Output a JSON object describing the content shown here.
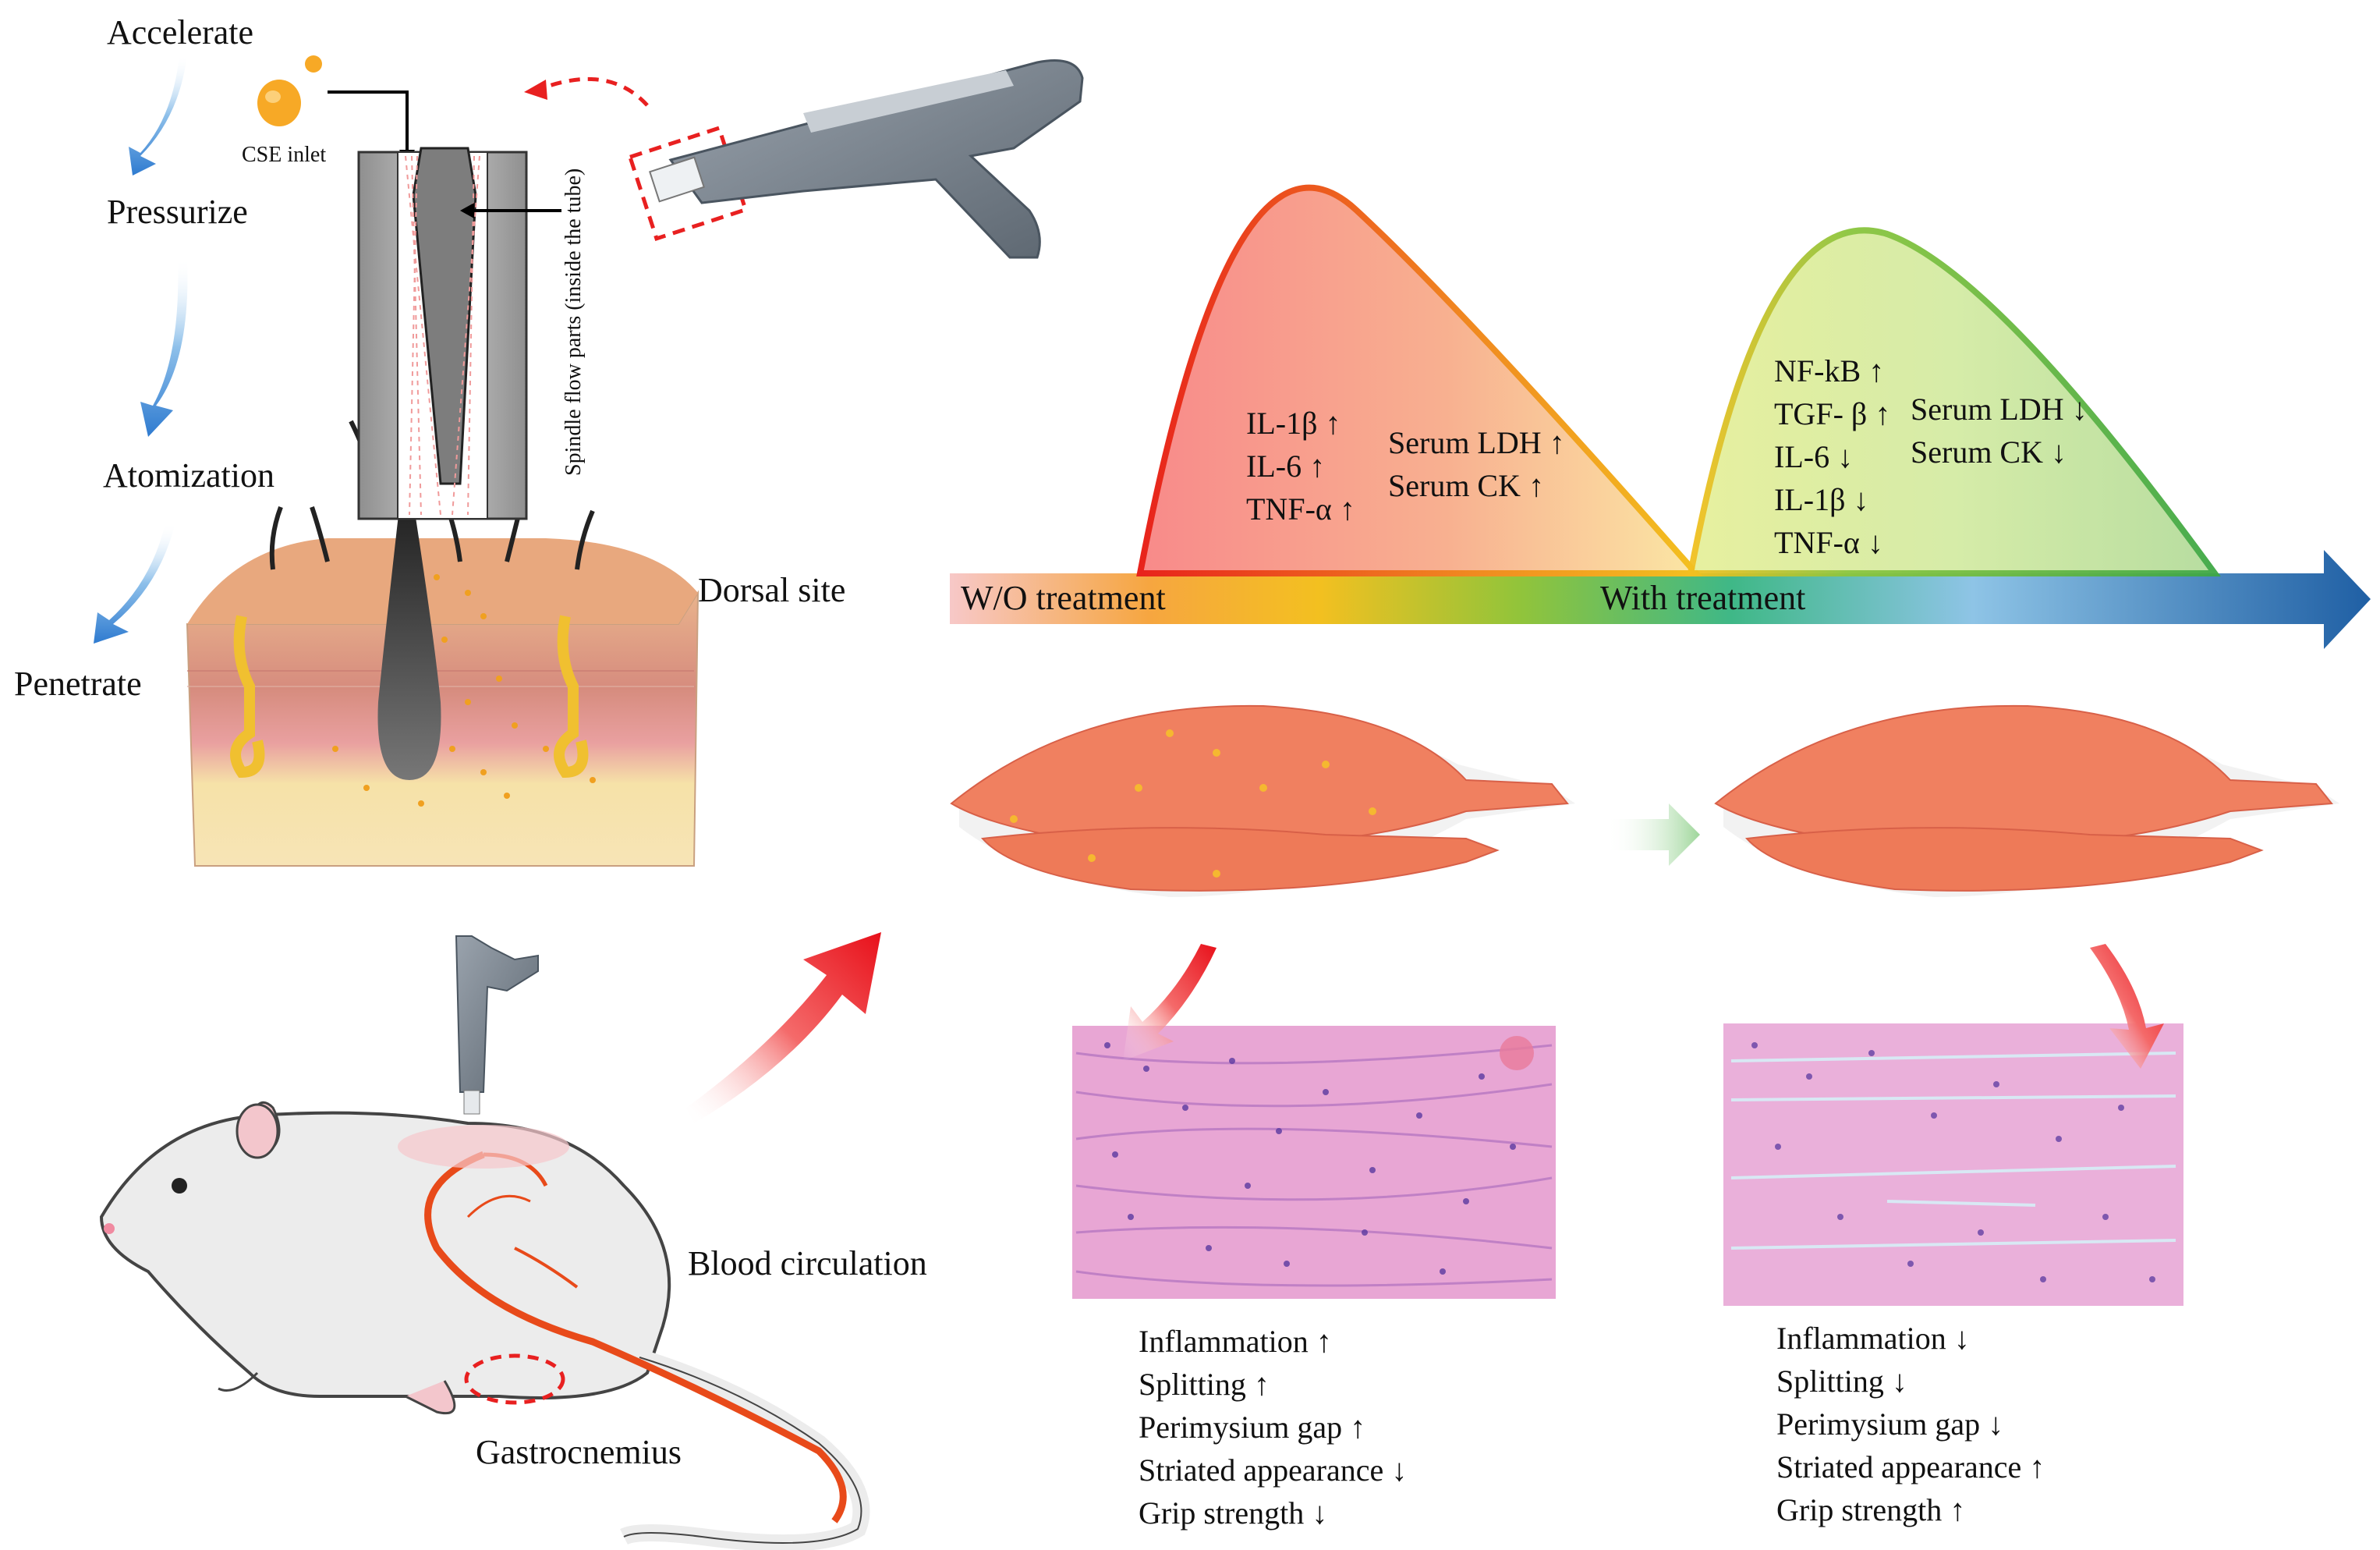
{
  "process": {
    "steps": [
      "Accelerate",
      "Pressurize",
      "Atomization",
      "Penetrate"
    ],
    "cse_inlet": "CSE inlet",
    "spindle_label": "Spindle flow parts (inside the tube)",
    "dorsal_site": "Dorsal site",
    "blood_circulation": "Blood circulation",
    "gastrocnemius": "Gastrocnemius"
  },
  "timeline": {
    "without_label": "W/O treatment",
    "with_label": "With treatment",
    "wo_markers": [
      "IL-1β ↑",
      "IL-6 ↑",
      "TNF-α ↑"
    ],
    "wo_serum": [
      "Serum LDH ↑",
      "Serum CK ↑"
    ],
    "with_markers": [
      "NF-kB ↑",
      "TGF- β ↑",
      "IL-6 ↓",
      "IL-1β ↓",
      "TNF-α ↓"
    ],
    "with_serum": [
      "Serum LDH ↓",
      "Serum CK ↓"
    ]
  },
  "outcomes": {
    "without": [
      "Inflammation ↑",
      "Splitting ↑",
      "Perimysium gap ↑",
      "Striated appearance ↓",
      "Grip strength ↓"
    ],
    "with": [
      "Inflammation ↓",
      "Splitting ↓",
      "Perimysium gap ↓",
      "Striated appearance ↑",
      "Grip strength ↑"
    ]
  },
  "colors": {
    "curve_untreated": "#e8231c",
    "curve_treated": "#4fb848",
    "arrow_blue": "#1f5fa4",
    "muscle": "#f08060",
    "tissue_pink": "#e8a6d4"
  }
}
